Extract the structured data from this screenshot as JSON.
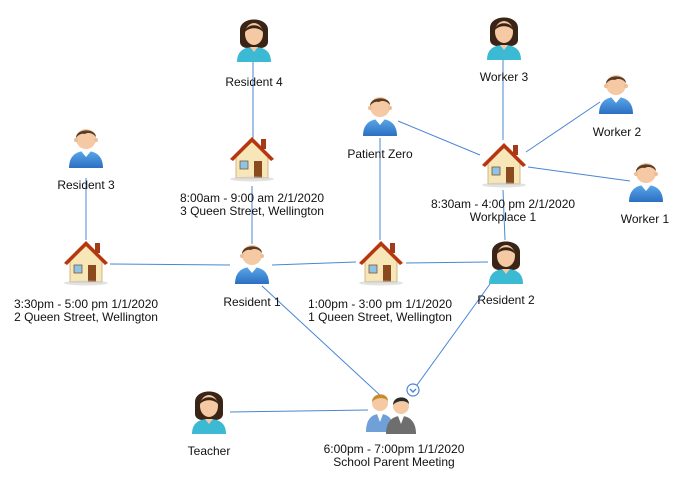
{
  "diagram": {
    "edge_color": "#4a86d4",
    "residents": {
      "resident1": "Resident 1",
      "resident2": "Resident 2",
      "resident3": "Resident 3",
      "resident4": "Resident 4"
    },
    "patient_zero": "Patient Zero",
    "workers": {
      "worker1": "Worker 1",
      "worker2": "Worker 2",
      "worker3": "Worker 3"
    },
    "teacher": "Teacher",
    "locations": {
      "queen1": {
        "time": "1:00pm - 3:00 pm 1/1/2020",
        "place": "1 Queen Street, Wellington"
      },
      "queen2": {
        "time": "3:30pm - 5:00 pm 1/1/2020",
        "place": "2 Queen Street, Wellington"
      },
      "queen3": {
        "time": "8:00am - 9:00 am 2/1/2020",
        "place": "3 Queen Street, Wellington"
      },
      "workplace": {
        "time": "8:30am - 4:00 pm 2/1/2020",
        "place": "Workplace 1"
      },
      "meeting": {
        "time": "6:00pm - 7:00pm 1/1/2020",
        "place": "School Parent Meeting"
      }
    },
    "icons": {
      "person_male": "person-male-icon",
      "person_female": "person-female-icon",
      "house": "house-icon",
      "meeting": "meeting-group-icon"
    }
  }
}
